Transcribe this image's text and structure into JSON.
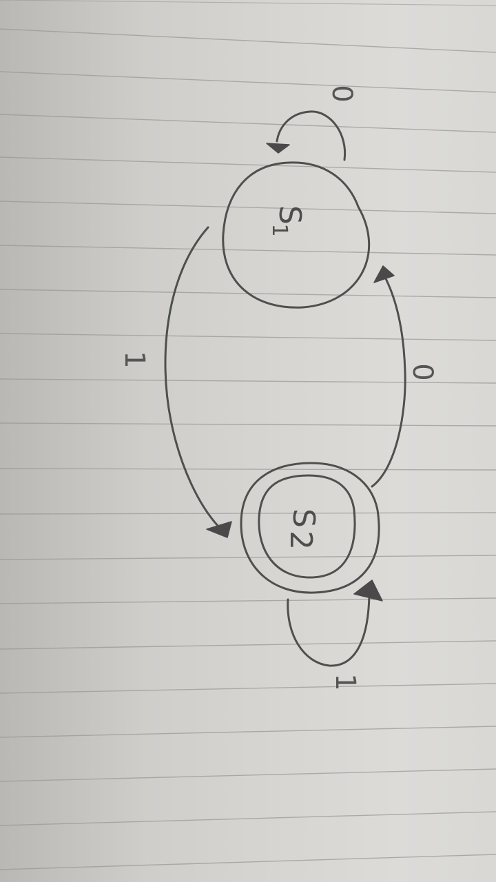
{
  "diagram": {
    "states": [
      {
        "id": "S1",
        "letter": "S",
        "subscript": "1",
        "accepting": false
      },
      {
        "id": "S2",
        "letter": "S",
        "subscript": "2",
        "accepting": true
      }
    ],
    "transitions": [
      {
        "from": "S1",
        "to": "S1",
        "label": "0"
      },
      {
        "from": "S1",
        "to": "S2",
        "label": "1"
      },
      {
        "from": "S2",
        "to": "S1",
        "label": "0"
      },
      {
        "from": "S2",
        "to": "S2",
        "label": "1"
      }
    ]
  }
}
